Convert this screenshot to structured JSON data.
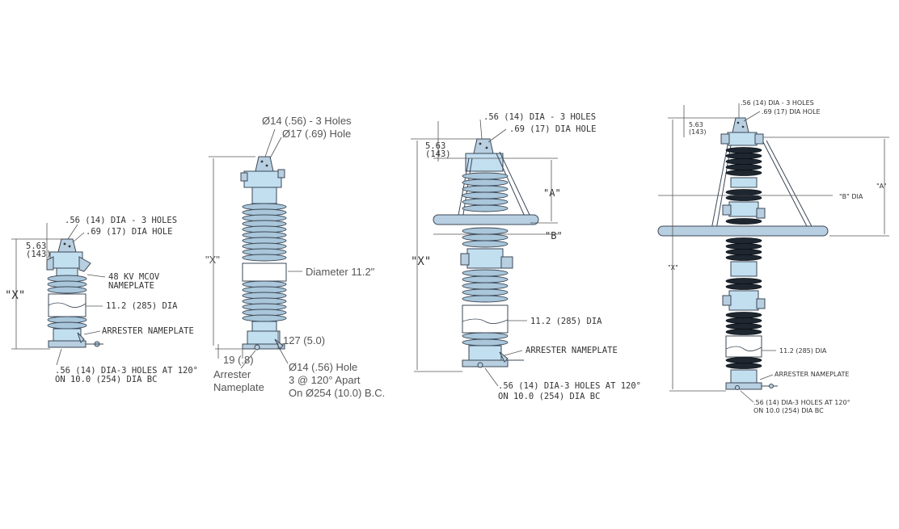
{
  "fig1": {
    "holes_top": ".56 (14) DIA - 3 HOLES",
    "hole_top": ".69 (17) DIA HOLE",
    "dim_in": "5.63",
    "dim_mm": "(143)",
    "x_label": "\"X\"",
    "mcov_line1": "48 KV MCOV",
    "mcov_line2": "NAMEPLATE",
    "dia": "11.2 (285) DIA",
    "arrester": "ARRESTER NAMEPLATE",
    "base_line1": ".56 (14) DIA-3 HOLES AT 120°",
    "base_line2": "ON 10.0 (254) DIA BC"
  },
  "fig2": {
    "holes_top": "Ø14 (.56) - 3 Holes",
    "hole_top": "Ø17 (.69) Hole",
    "x_label": "\"X\"",
    "diameter": "Diameter 11.2\"",
    "dim_127": "127 (5.0)",
    "dim_19": "19 (.8)",
    "arrester1": "Arrester",
    "arrester2": "Nameplate",
    "hole1": "Ø14 (.56) Hole",
    "hole2": "3 @ 120° Apart",
    "hole3": "On Ø254 (10.0) B.C."
  },
  "fig3": {
    "holes_top": ".56 (14) DIA - 3 HOLES",
    "hole_top": ".69 (17) DIA HOLE",
    "dim_in": "5.63",
    "dim_mm": "(143)",
    "a_label": "\"A\"",
    "b_label": "\"B\"",
    "x_label": "\"X\"",
    "dia": "11.2 (285) DIA",
    "arrester": "ARRESTER NAMEPLATE",
    "base_line1": ".56 (14) DIA-3 HOLES AT 120°",
    "base_line2": "ON 10.0 (254) DIA BC"
  },
  "fig4": {
    "holes_top": ".56 (14) DIA - 3 HOLES",
    "hole_top": ".69 (17) DIA HOLE",
    "dim_in": "5.63",
    "dim_mm": "(143)",
    "a_label": "\"A\"",
    "b_label": "\"B\" DIA",
    "x_label": "\"X\"",
    "dia": "11.2 (285) DIA",
    "arrester": "ARRESTER NAMEPLATE",
    "base_line1": ".56 (14) DIA-3 HOLES AT 120°",
    "base_line2": "ON 10.0 (254) DIA BC"
  }
}
